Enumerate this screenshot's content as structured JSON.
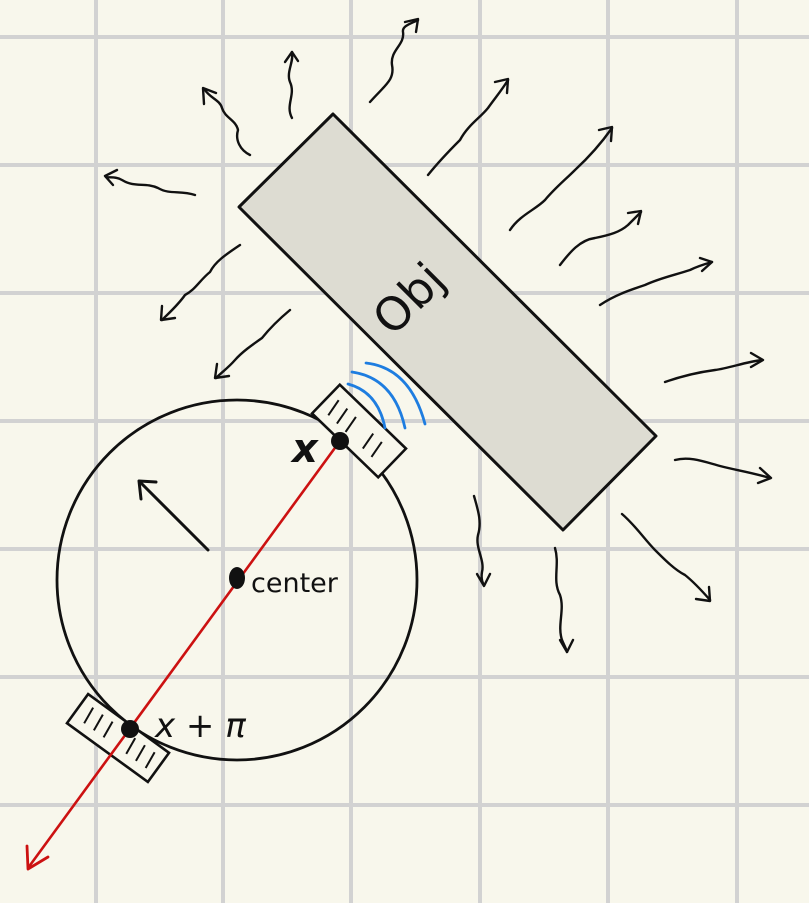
{
  "labels": {
    "object": "Obj",
    "sensor_angle": "x",
    "opposite_angle": "x + π",
    "center": "center"
  },
  "colors": {
    "paper": "#f8f7ec",
    "grid": "#d2d2d2",
    "ink": "#111111",
    "object_fill": "#dddcd2",
    "ray": "#cc1111",
    "signal": "#1e7de0"
  },
  "icons": {
    "sensor": "sensor-pad-icon",
    "ray_arrow": "arrow-head-icon",
    "heading": "heading-arrow-icon",
    "signal": "signal-wave-icon"
  }
}
